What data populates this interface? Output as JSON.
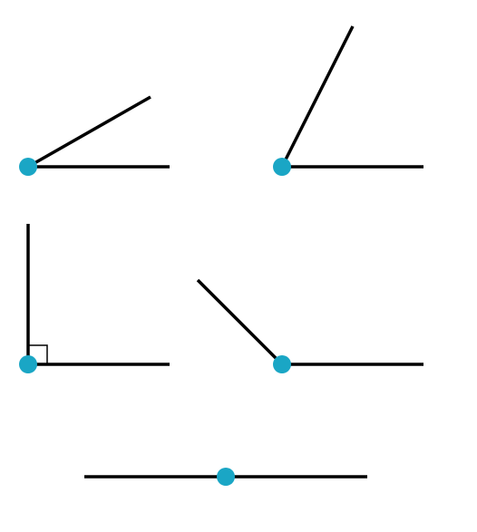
{
  "colors": {
    "background": "#ffffff",
    "line": "#000000",
    "vertex": "#1aa6c5"
  },
  "angles": [
    {
      "name": "acute-angle-30",
      "degrees": 30,
      "right_angle_marker": false
    },
    {
      "name": "acute-angle-64",
      "degrees": 64,
      "right_angle_marker": false
    },
    {
      "name": "right-angle-90",
      "degrees": 90,
      "right_angle_marker": true
    },
    {
      "name": "obtuse-angle-135",
      "degrees": 135,
      "right_angle_marker": false
    },
    {
      "name": "straight-angle-180",
      "degrees": 180,
      "right_angle_marker": false
    }
  ]
}
